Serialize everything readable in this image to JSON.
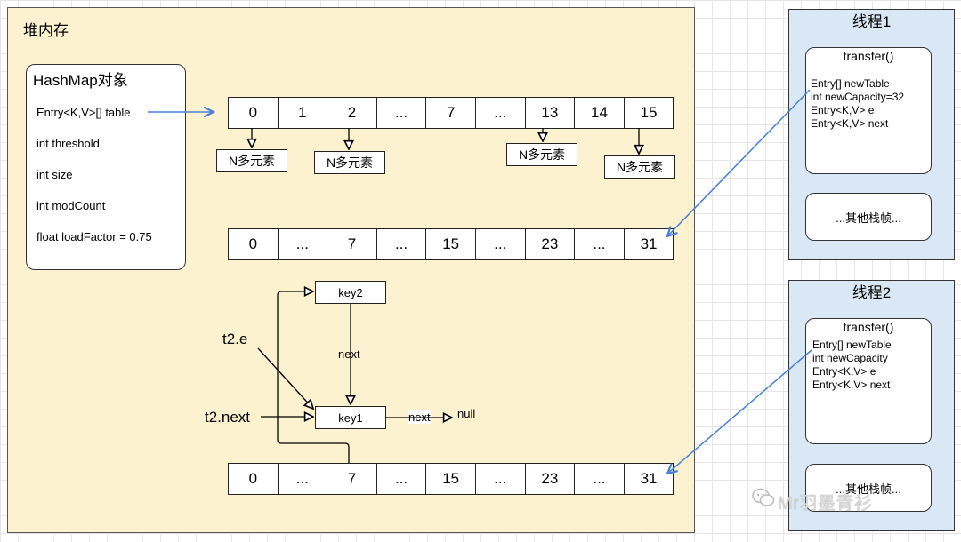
{
  "heap": {
    "title": "堆内存",
    "hashmap": {
      "title": "HashMap对象",
      "fields": [
        "Entry<K,V>[] table",
        "int threshold",
        "int size",
        "int modCount",
        "float loadFactor = 0.75"
      ]
    },
    "table_top": [
      "0",
      "1",
      "2",
      "...",
      "7",
      "...",
      "13",
      "14",
      "15"
    ],
    "buckets": [
      "N多元素",
      "N多元素",
      "N多元素",
      "N多元素"
    ],
    "table_mid": [
      "0",
      "...",
      "7",
      "...",
      "15",
      "...",
      "23",
      "...",
      "31"
    ],
    "table_bottom": [
      "0",
      "...",
      "7",
      "...",
      "15",
      "...",
      "23",
      "...",
      "31"
    ],
    "key2": "key2",
    "key1": "key1",
    "next_label": "next",
    "next_label2": "next",
    "null_label": "null",
    "t2e": "t2.e",
    "t2next": "t2.next"
  },
  "thread1": {
    "title": "线程1",
    "frame_title": "transfer()",
    "lines": [
      "Entry[] newTable",
      "int newCapacity=32",
      "Entry<K,V> e",
      "Entry<K,V> next"
    ],
    "other": "...其他栈帧..."
  },
  "thread2": {
    "title": "线程2",
    "frame_title": "transfer()",
    "lines": [
      "Entry[] newTable",
      "int newCapacity",
      "Entry<K,V> e",
      "Entry<K,V> next"
    ],
    "other": "...其他栈帧..."
  },
  "watermark": "Mr羽墨青衫",
  "colors": {
    "heap_bg": "#fdf2d0",
    "thread_bg": "#dae8f5",
    "pointer": "#4a7fd6"
  }
}
